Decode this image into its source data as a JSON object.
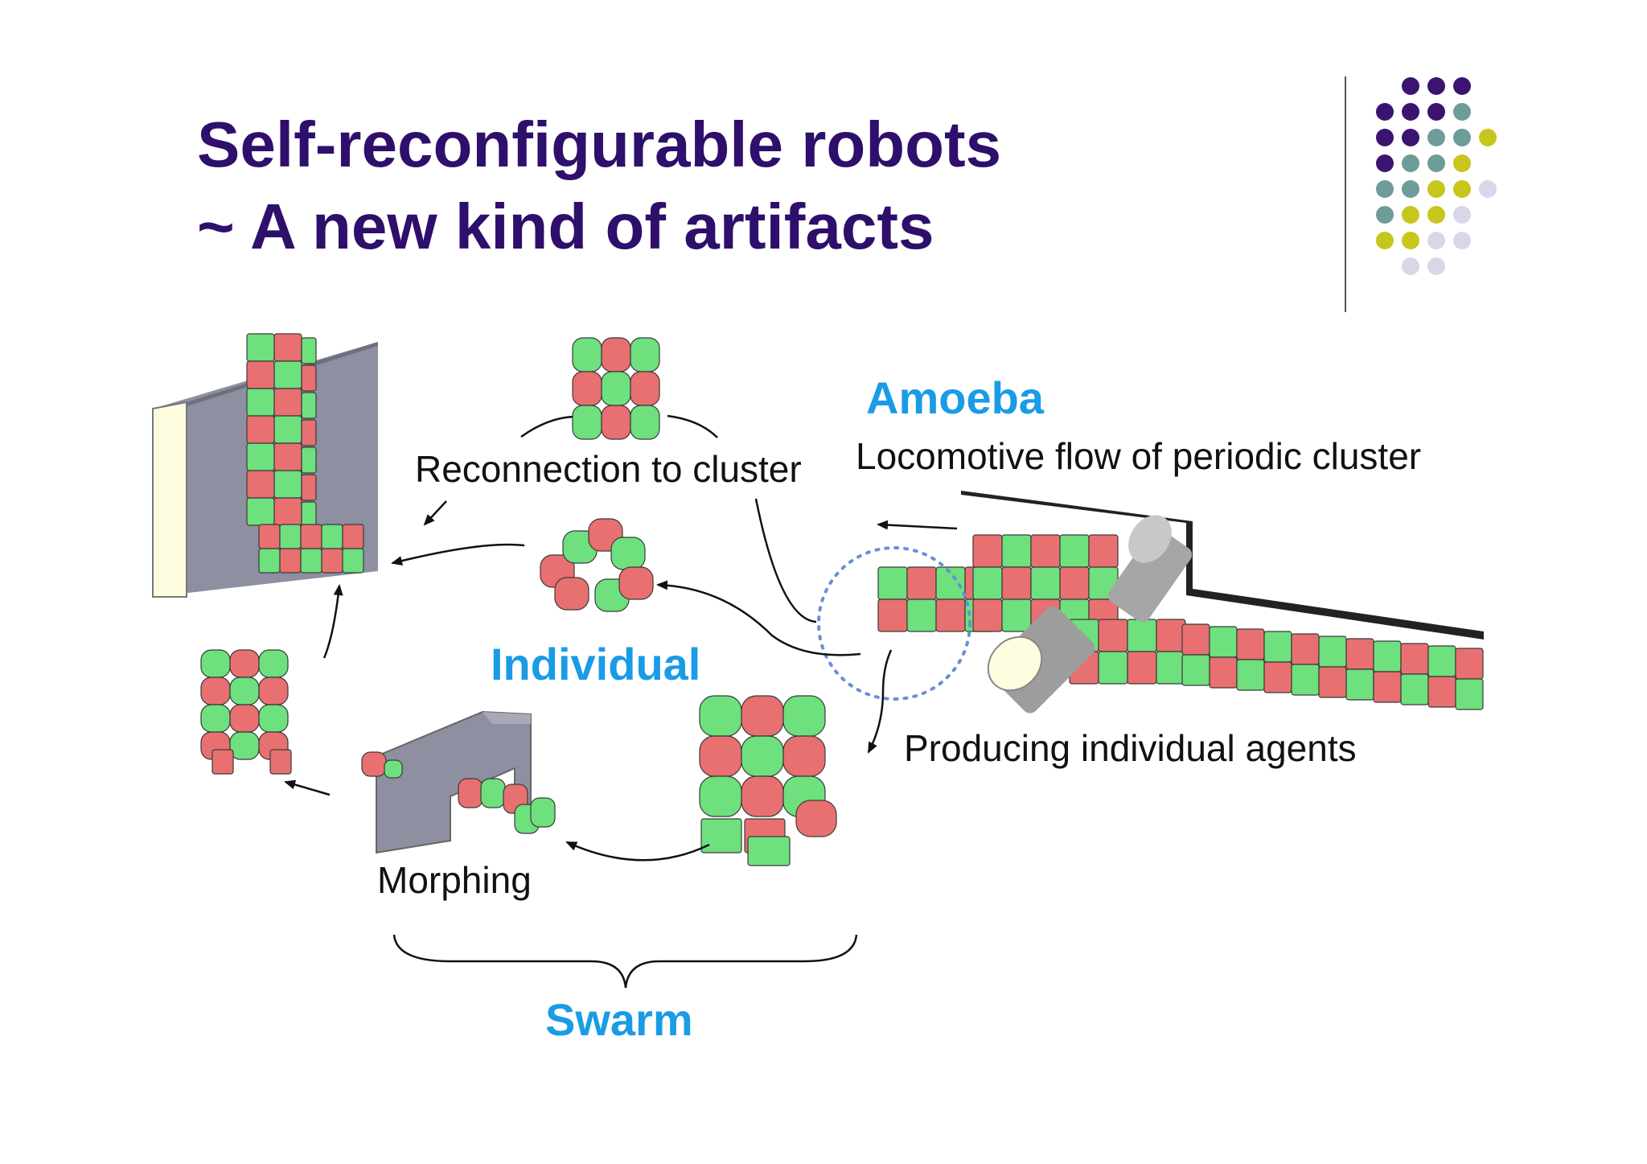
{
  "title": {
    "line1": "Self-reconfigurable robots",
    "line2": "~ A new kind of artifacts"
  },
  "labels": {
    "amoeba": "Amoeba",
    "locomotive": "Locomotive flow of periodic cluster",
    "reconnection": "Reconnection to cluster",
    "individual": "Individual",
    "producing": "Producing individual agents",
    "morphing": "Morphing",
    "swarm": "Swarm"
  },
  "colors": {
    "title": "#2e0f6b",
    "accent_label": "#1a9be6",
    "caption": "#111111",
    "module_red": "#e87070",
    "module_green": "#6ee07e",
    "wall": "#8e8fa0",
    "highlight_circle": "#6a8ed8",
    "dot_purple": "#3b1470",
    "dot_teal": "#6e9c98",
    "dot_olive": "#c6c61c",
    "dot_lavender": "#d9d6ea"
  }
}
